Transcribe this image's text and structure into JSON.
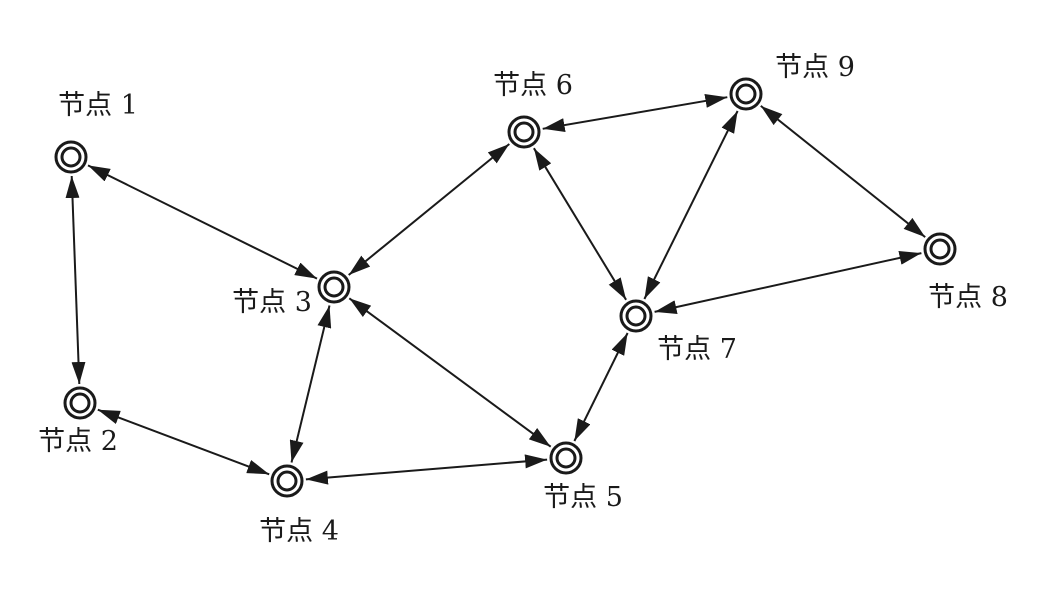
{
  "diagram": {
    "nodes": [
      {
        "id": "1",
        "label": "节点 1"
      },
      {
        "id": "2",
        "label": "节点 2"
      },
      {
        "id": "3",
        "label": "节点 3"
      },
      {
        "id": "4",
        "label": "节点 4"
      },
      {
        "id": "5",
        "label": "节点 5"
      },
      {
        "id": "6",
        "label": "节点 6"
      },
      {
        "id": "7",
        "label": "节点 7"
      },
      {
        "id": "8",
        "label": "节点 8"
      },
      {
        "id": "9",
        "label": "节点 9"
      }
    ],
    "edges": [
      {
        "from": "1",
        "to": "2",
        "direction": "both"
      },
      {
        "from": "1",
        "to": "3",
        "direction": "both"
      },
      {
        "from": "2",
        "to": "4",
        "direction": "both"
      },
      {
        "from": "3",
        "to": "4",
        "direction": "both"
      },
      {
        "from": "3",
        "to": "5",
        "direction": "both"
      },
      {
        "from": "3",
        "to": "6",
        "direction": "both"
      },
      {
        "from": "4",
        "to": "5",
        "direction": "both"
      },
      {
        "from": "5",
        "to": "7",
        "direction": "both"
      },
      {
        "from": "6",
        "to": "7",
        "direction": "both"
      },
      {
        "from": "6",
        "to": "9",
        "direction": "both"
      },
      {
        "from": "7",
        "to": "9",
        "direction": "both"
      },
      {
        "from": "7",
        "to": "8",
        "direction": "both"
      },
      {
        "from": "9",
        "to": "8",
        "direction": "both"
      }
    ],
    "colors": {
      "stroke": "#1a1a1a",
      "background": "#ffffff"
    }
  }
}
